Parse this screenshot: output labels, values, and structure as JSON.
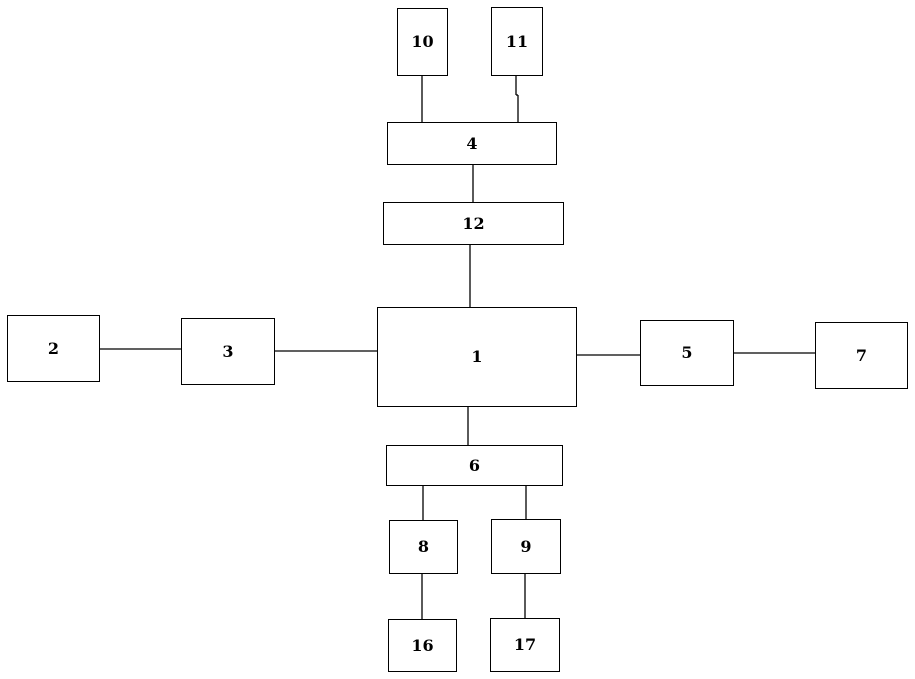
{
  "diagram": {
    "blocks": {
      "b1": "1",
      "b2": "2",
      "b3": "3",
      "b4": "4",
      "b5": "5",
      "b6": "6",
      "b7": "7",
      "b8": "8",
      "b9": "9",
      "b10": "10",
      "b11": "11",
      "b12": "12",
      "b16": "16",
      "b17": "17"
    },
    "colors": {
      "stroke": "#000000",
      "fill": "#ffffff"
    }
  }
}
